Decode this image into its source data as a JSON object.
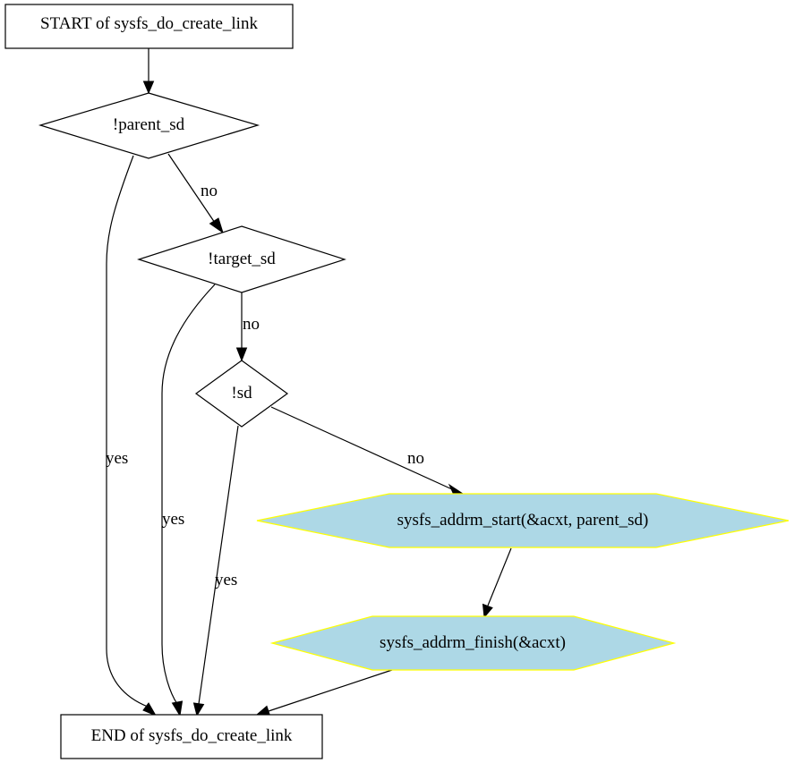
{
  "nodes": {
    "start": {
      "label": "START of sysfs_do_create_link"
    },
    "check_parent": {
      "label": "!parent_sd"
    },
    "check_target": {
      "label": "!target_sd"
    },
    "check_sd": {
      "label": "!sd"
    },
    "addrm_start": {
      "label": "sysfs_addrm_start(&acxt, parent_sd)"
    },
    "addrm_finish": {
      "label": "sysfs_addrm_finish(&acxt)"
    },
    "end": {
      "label": "END of sysfs_do_create_link"
    }
  },
  "edges": {
    "parent_no": {
      "label": "no"
    },
    "parent_yes": {
      "label": "yes"
    },
    "target_no": {
      "label": "no"
    },
    "target_yes": {
      "label": "yes"
    },
    "sd_no": {
      "label": "no"
    },
    "sd_yes": {
      "label": "yes"
    }
  },
  "colors": {
    "hexagon_fill": "#add8e6",
    "hexagon_stroke": "#ffff00",
    "line": "#000000"
  }
}
